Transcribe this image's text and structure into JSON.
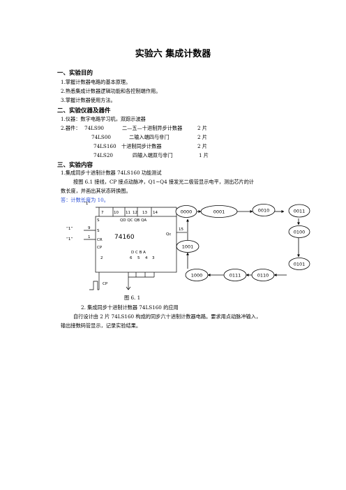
{
  "title": "实验六 集成计数器",
  "sections": {
    "s1": {
      "heading": "一、实验目的",
      "items": [
        "1.掌握计数器电路的基本原理。",
        "2.熟悉集成计数器逻辑功能和各控制端作用。",
        "3.掌握计数器使用方法。"
      ]
    },
    "s2": {
      "heading": "二、实验仪器及器件",
      "item1": "1.仪器：数字电路学习机，双踪示波器",
      "item2_prefix": "2.器件：",
      "parts": [
        {
          "name": "74LS90",
          "desc": "二—五—十进制异步计数器",
          "qty": "2 片"
        },
        {
          "name": "74LS00",
          "desc": "二输入端四与非门",
          "qty": "2 片"
        },
        {
          "name": "74LS160",
          "desc": "十进制同步计数器",
          "qty": "2 片"
        },
        {
          "name": "74LS20",
          "desc": "四输入端双与非门",
          "qty": "1 片"
        }
      ]
    },
    "s3": {
      "heading": "三、实验内容",
      "item1": "1.集成同步十进制计数器 74LS160 功能测试",
      "para1_line1": "按图 6.1 接线，CP 接点动脉冲，Q1~Q4 接发光二极管显示电平，测出芯片的计",
      "para1_line2": "数长度，并画出其状态转换图。",
      "answer": "答：计数长度为 10。",
      "figure_caption": "图 6. 1",
      "item2": "2. 集成同步十进制计数器 74LS160 的应用",
      "para2_line1": "自行设计由 2 片 74LS160 构成的同步六十进制计数器电路。要求用点动脉冲输入，",
      "para2_line2": "输出接数码管显示，记录实验结果。"
    }
  },
  "circuit": {
    "chip": "74160",
    "top_input": "“1”",
    "left_input_1": "“1”",
    "left_input_2": "“1”",
    "pin_S1": "S",
    "pin_S2": "S",
    "pin_CR": "CR",
    "pin_CP": "CP",
    "pin_QC": "Qc",
    "q_labels": "QD QC QB QA",
    "d_labels": "D C B A",
    "top_pins": [
      "7",
      "10",
      "11",
      "12",
      "13",
      "14"
    ],
    "left_pins": [
      "9",
      "1"
    ],
    "right_pin": "15",
    "bottom_pins": [
      "2",
      "6",
      "5",
      "4",
      "3"
    ],
    "cp_label": "CP"
  },
  "state_diagram": {
    "states": [
      "0000",
      "0001",
      "0010",
      "0011",
      "0100",
      "0101",
      "0110",
      "0111",
      "1000",
      "1001"
    ]
  }
}
